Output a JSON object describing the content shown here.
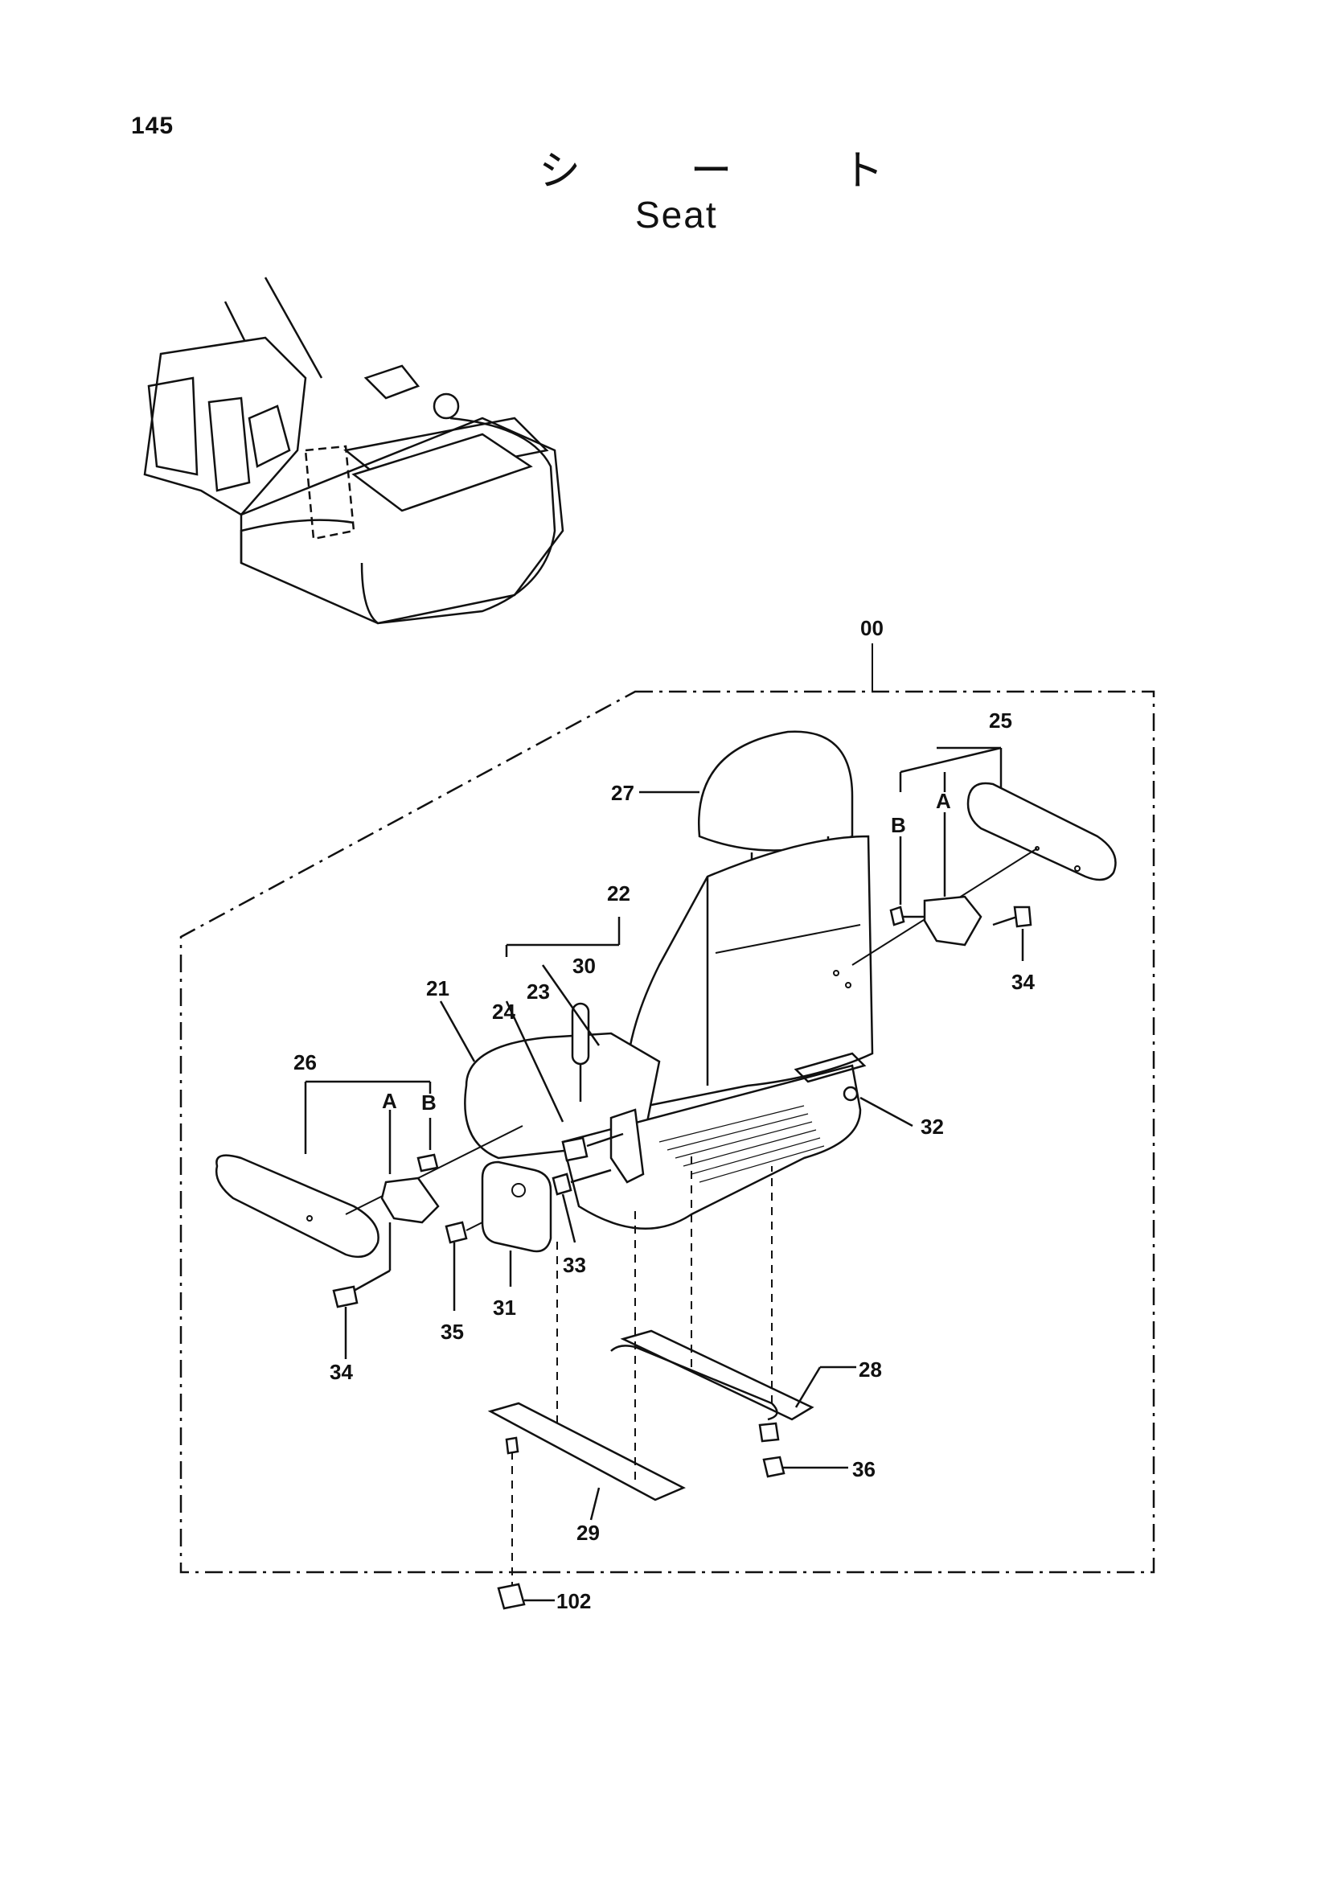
{
  "page_number": "145",
  "title_jp": "シ ー ト",
  "title_en": "Seat",
  "callouts": {
    "c00": "00",
    "c21": "21",
    "c22": "22",
    "c23": "23",
    "c24": "24",
    "c25": "25",
    "c26": "26",
    "c27": "27",
    "c28": "28",
    "c29": "29",
    "c30": "30",
    "c31": "31",
    "c32": "32",
    "c33": "33",
    "c34a": "34",
    "c34b": "34",
    "c35": "35",
    "c36": "36",
    "c102": "102",
    "a_right": "A",
    "b_right": "B",
    "a_left": "A",
    "b_left": "B"
  }
}
